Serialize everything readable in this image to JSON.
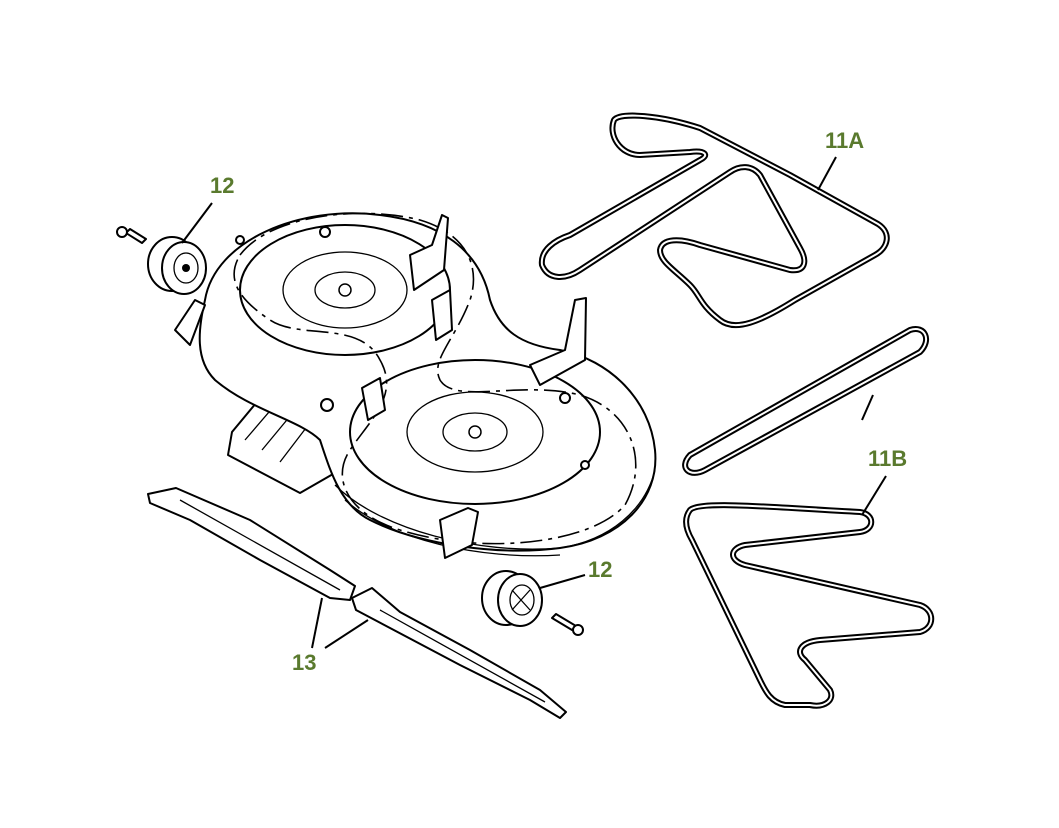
{
  "accent_color": "#5a7a2e",
  "callouts": {
    "belt_upper": "11A",
    "belt_lower": "11B",
    "wheel_upper": "12",
    "wheel_lower": "12",
    "blades": "13"
  }
}
